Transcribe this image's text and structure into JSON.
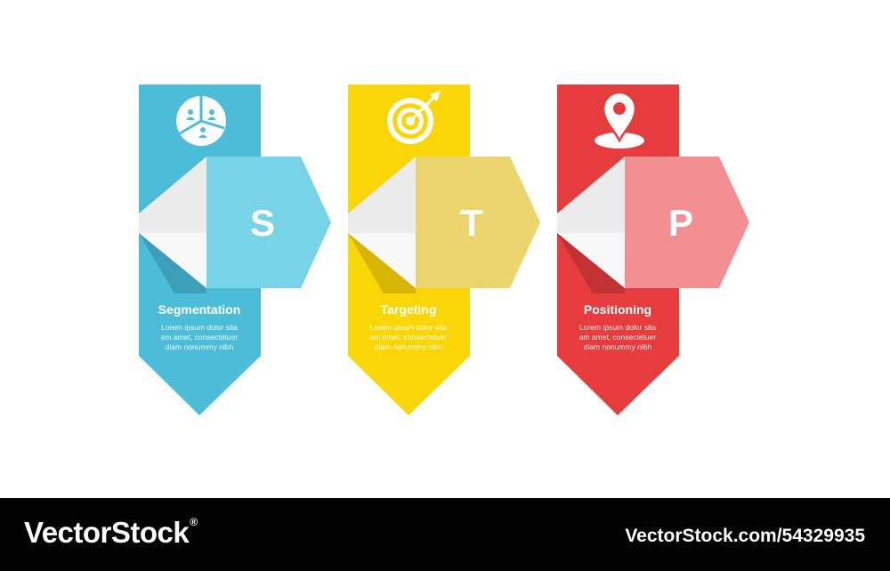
{
  "steps": [
    {
      "letter": "S",
      "title": "Segmentation",
      "description": [
        "Lorem ipsum dolor sita",
        "am amet, consectetuer",
        "diam nonummy  nibh"
      ],
      "icon": "pie-chart-people-icon",
      "colors": {
        "panel": "#4bbdd9",
        "shadow": "#3c9fb9",
        "tab": "#76d4e6"
      }
    },
    {
      "letter": "T",
      "title": "Targeting",
      "description": [
        "Lorem ipsum dolor sita",
        "am amet, consectetuer",
        "diam nonummy  nibh"
      ],
      "icon": "target-arrow-icon",
      "colors": {
        "panel": "#fbd606",
        "shadow": "#d6b505",
        "tab": "#ebd56c"
      }
    },
    {
      "letter": "P",
      "title": "Positioning",
      "description": [
        "Lorem ipsum dolor sita",
        "am amet, consectetuer",
        "diam nonummy  nibh"
      ],
      "icon": "location-pin-icon",
      "colors": {
        "panel": "#e73c3e",
        "shadow": "#c23133",
        "tab": "#f28f93"
      }
    }
  ],
  "footer": {
    "brand": "VectorStock",
    "registered": "®",
    "image_ref": "VectorStock.com/54329935"
  }
}
